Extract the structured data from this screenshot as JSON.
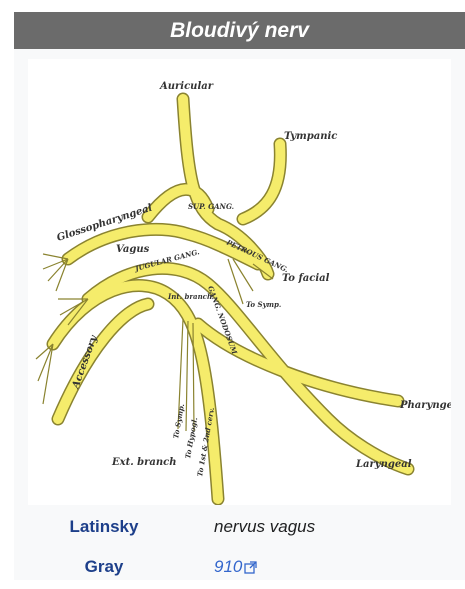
{
  "infobox": {
    "title": "Bloudivý nerv",
    "image_labels": {
      "auricular": "Auricular",
      "tympanic": "Tympanic",
      "glossopharyngeal": "Glossopharyngeal",
      "sup_gang": "SUP. GANG.",
      "petrous_gang": "PETROUS GANG.",
      "vagus": "Vagus",
      "jugular_gang": "JUGULAR GANG.",
      "to_facial": "To facial",
      "to_symp_top": "To Symp.",
      "int_branch": "Int. branch",
      "gang_nodosum": "GANG. NODOSUM",
      "accessory": "Accessory",
      "to_symp": "To Symp.",
      "to_hypogl": "To Hypogl.",
      "to_1st_cerv": "To 1st & 2nd cerv.",
      "pharyngeal": "Pharyngeal",
      "laryngeal": "Laryngeal",
      "ext_branch": "Ext. branch"
    },
    "rows": [
      {
        "label": "Latinsky",
        "value": "nervus vagus",
        "is_link": false
      },
      {
        "label": "Gray",
        "value": "910",
        "is_link": true,
        "icon": "external-link-icon"
      }
    ],
    "colors": {
      "header_bg": "#6b6b6b",
      "nerve_fill": "#f5ec6b",
      "nerve_stroke": "#8a8330",
      "label_color": "#1d3f8a",
      "link_color": "#3366cc"
    }
  }
}
